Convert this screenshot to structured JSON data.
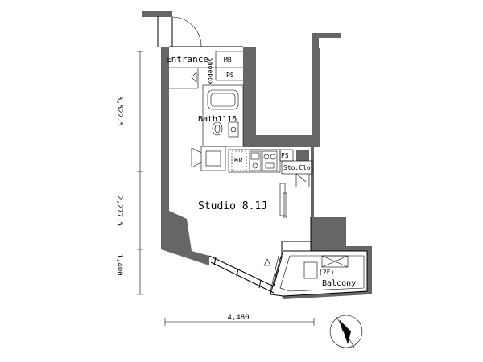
{
  "rooms": {
    "entrance": "Entrance",
    "shoebox": "Shoebox",
    "bath": "Bath1116",
    "studio": "Studio 8.1J",
    "balcony": "Balcony",
    "balcony_floor": "(2F)",
    "storage": "Sto.Clo."
  },
  "fixtures": {
    "mb": "MB",
    "ps_top": "PS",
    "ps_kitchen": "PS",
    "fridge": "※R"
  },
  "dimensions": {
    "left_top": "3,522.5",
    "left_mid": "2,277.5",
    "left_bottom": "1,400",
    "bottom": "4,480"
  },
  "colors": {
    "wall": "#666666",
    "line": "#000000"
  }
}
